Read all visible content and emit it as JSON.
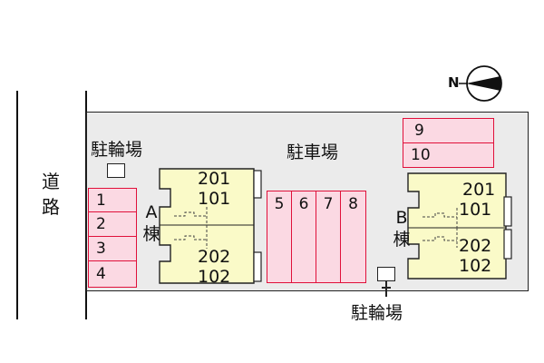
{
  "road": {
    "label_line1": "道",
    "label_line2": "路"
  },
  "compass": {
    "north_label": "N",
    "icon": "compass-north-arrow-icon"
  },
  "labels": {
    "bike_parking_top": "駐輪場",
    "parking_lot": "駐車場",
    "bike_parking_bottom": "駐輪場"
  },
  "left_parking_stalls": [
    "1",
    "2",
    "3",
    "4"
  ],
  "center_parking_stalls": [
    "5",
    "6",
    "7",
    "8"
  ],
  "right_parking_stalls": [
    "9",
    "10"
  ],
  "building_a": {
    "label_line1": "A",
    "label_line2": "棟",
    "rooms": [
      "201",
      "101",
      "202",
      "102"
    ]
  },
  "building_b": {
    "label_line1": "B",
    "label_line2": "棟",
    "rooms": [
      "201",
      "101",
      "202",
      "102"
    ]
  },
  "colors": {
    "building_fill": "#fafac8",
    "stall_fill": "#fbd9e3",
    "stall_border": "#e0103a",
    "site_fill": "#ebebeb"
  }
}
